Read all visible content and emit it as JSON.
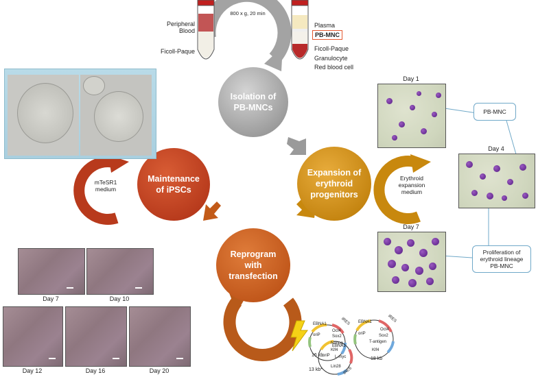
{
  "centrifuge": {
    "left_tube_labels": [
      "Peripheral",
      "Blood"
    ],
    "left_tube_bottom": "Ficoll-Paque",
    "condition": "800 x g, 20 min",
    "layers": [
      "Plasma",
      "PB-MNC",
      "Ficoll-Paque",
      "Granulocyte",
      "Red blood cell"
    ]
  },
  "steps": {
    "isolation": [
      "Isolation of",
      "PB-MNCs"
    ],
    "expansion": [
      "Expansion of",
      "erythroid",
      "progenitors"
    ],
    "reprogram": [
      "Reprogram",
      "with",
      "transfection"
    ],
    "maintenance": [
      "Maintenance",
      "of iPSCs"
    ]
  },
  "media": {
    "erythroid": [
      "Erythroid",
      "expansion",
      "medium"
    ],
    "mtesr": [
      "mTeSR1",
      "medium"
    ]
  },
  "micro": {
    "day1": "Day 1",
    "day4": "Day 4",
    "day7": "Day 7",
    "callout_pbmnc": "PB-MNC",
    "callout_prolif": [
      "Proliferation of",
      "erythroid lineage",
      "PB-MNC"
    ]
  },
  "culture_days": [
    "Day 7",
    "Day 10",
    "Day 12",
    "Day 16",
    "Day 20"
  ],
  "plasmids": {
    "p1": {
      "size": "16 kb",
      "genes": [
        "EBNA1",
        "oriP",
        "Oct4",
        "Sox2",
        "Nanog",
        "Klf4",
        "IRES"
      ]
    },
    "p2": {
      "size": "18 kb",
      "genes": [
        "EBNA1",
        "oriP",
        "Oct4",
        "Sox2",
        "T-antigen",
        "Klf4",
        "IRES"
      ]
    },
    "p3": {
      "size": "13 kb*",
      "genes": [
        "EBNA1",
        "oriP",
        "L-myc",
        "Lin28",
        "IRES"
      ]
    }
  },
  "colors": {
    "gray": "#9a9a9a",
    "gold": "#c8880e",
    "orange": "#c25a18",
    "red": "#b83a1c",
    "highlight_box": "#e4572e"
  }
}
